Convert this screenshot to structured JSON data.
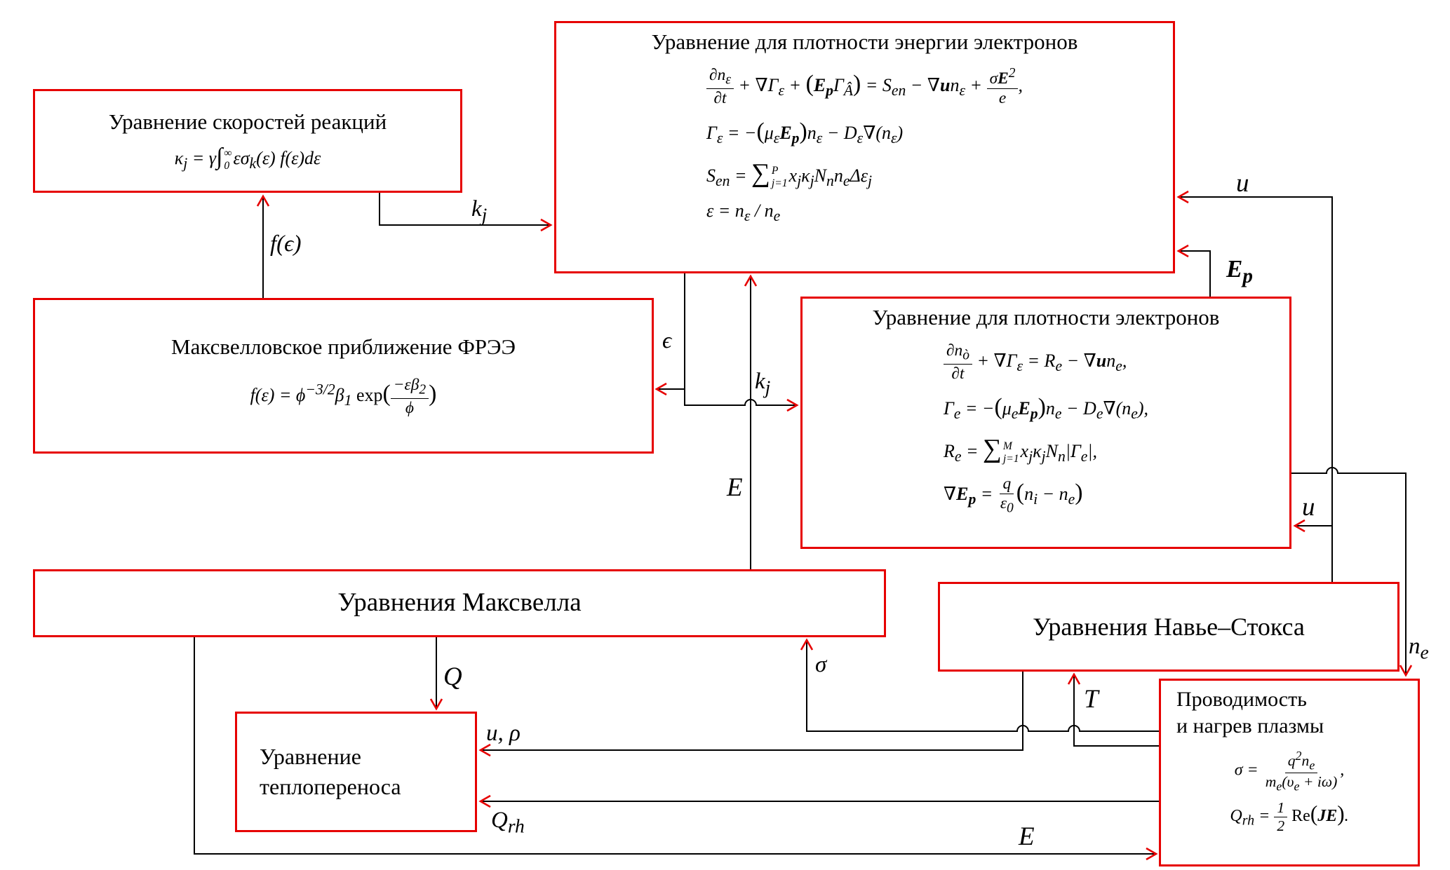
{
  "colors": {
    "accent": "#e60000",
    "line": "#000000",
    "text": "#000000",
    "background": "#ffffff"
  },
  "boxes": {
    "reaction_rates": {
      "title": "Уравнение скоростей реакций",
      "formula": "κ<sub>j</sub> = γ<span class='big'>∫</span><span class='supsub'><span>∞</span><span>0</span></span>εσ<sub>k</sub>(ε) f(ε)dε"
    },
    "electron_energy": {
      "title": "Уравнение для плотности энергии электронов",
      "formulas": [
        "<span class='frac'><span class='num'>∂n<sub>ε</sub></span><span class='den'>∂t</span></span> + ∇Γ<sub>ε</sub> + <span class='big'>(</span><b>E<sub>p</sub></b>Γ<sub>Â</sub><span class='big'>)</span> = S<sub>en</sub> − ∇<b>u</b>n<sub>ε</sub> + <span class='frac'><span class='num'>σ<b>E</b><sup>2</sup></span><span class='den'>e</span></span>,",
        "Γ<sub>ε</sub> = −<span class='big'>(</span>μ<sub>ε</sub><b>E<sub>p</sub></b><span class='big'>)</span>n<sub>ε</sub> − D<sub>ε</sub>∇(n<sub>ε</sub>)",
        "S<sub>en</sub> = <span class='sum'>∑</span><span class='supsub'><span>P</span><span>j=1</span></span>x<sub>j</sub>κ<sub>j</sub>N<sub>n</sub>n<sub>e</sub>Δε<sub>j</sub>",
        "ε = n<sub>ε</sub> / n<sub>e</sub>"
      ]
    },
    "maxwell_eedf": {
      "title": "Максвелловское приближение ФРЭЭ",
      "formula": "f(ε) = ϕ<sup>−3/2</sup>β<sub>1</sub> <span class='up'>exp</span><span class='big'>(</span><span class='frac'><span class='num'>−εβ<sub>2</sub></span><span class='den'>ϕ</span></span><span class='big'>)</span>"
    },
    "electron_density": {
      "title": "Уравнение для плотности электронов",
      "formulas": [
        "<span class='frac'><span class='num'>∂n<sub>ò</sub></span><span class='den'>∂t</span></span> + ∇Γ<sub>ε</sub> = R<sub>e</sub> − ∇<b>u</b>n<sub>e</sub>,",
        "Γ<sub>e</sub> = −<span class='big'>(</span>μ<sub>e</sub><b>E<sub>p</sub></b><span class='big'>)</span>n<sub>e</sub> − D<sub>e</sub>∇(n<sub>e</sub>),",
        "R<sub>e</sub> = <span class='sum'>∑</span><span class='supsub'><span>M</span><span>j=1</span></span>x<sub>j</sub>κ<sub>j</sub>N<sub>n</sub>|Γ<sub>e</sub>|,",
        "∇<b>E<sub>p</sub></b> = <span class='frac'><span class='num'>q</span><span class='den'>ε<sub>0</sub></span></span><span class='big'>(</span>n<sub>i</sub> − n<sub>e</sub><span class='big'>)</span>"
      ]
    },
    "maxwell_equations": {
      "title": "Уравнения Максвелла"
    },
    "navier_stokes": {
      "title": "Уравнения Навье–Стокса"
    },
    "heat_transfer": {
      "title_line1": "Уравнение",
      "title_line2": "теплопереноса"
    },
    "conductivity": {
      "title_line1": "Проводимость",
      "title_line2": "и нагрев плазмы",
      "formulas": [
        "σ = <span class='frac'><span class='num'>q<sup>2</sup>n<sub>e</sub></span><span class='den'>m<sub>e</sub>(υ<sub>e</sub> + iω)</span></span>,",
        "Q<sub>rh</sub> = <span class='frac'><span class='num'>1</span><span class='den'>2</span></span> <span class='up'>Re</span><span class='big'>(</span><b>JE</b><span class='big'>)</span>."
      ]
    }
  },
  "arrow_labels": {
    "f_eps": "f(ϵ)",
    "kj_to_energy": "k<sub>j</sub>",
    "eps": "ϵ",
    "kj_to_density": "k<sub>j</sub>",
    "e_field": "E",
    "u_top": "u",
    "ep": "<b>E<sub>p</sub></b>",
    "u_right": "u",
    "q_heat": "Q",
    "sigma": "σ",
    "temperature": "T",
    "u_rho": "u, ρ",
    "q_rh": "Q<sub>rh</sub>",
    "e_bottom": "E",
    "n_e": "n<sub>e</sub>"
  }
}
